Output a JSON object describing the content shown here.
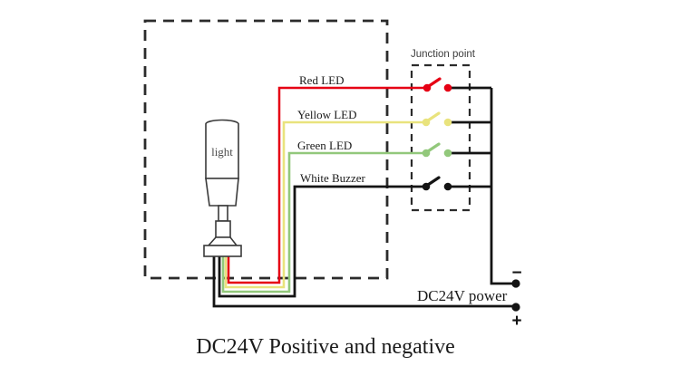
{
  "title": "DC24V Positive and negative",
  "tower": {
    "label": "light"
  },
  "wires": [
    {
      "name": "red-led",
      "label": "Red LED",
      "color": "#e60014"
    },
    {
      "name": "yellow-led",
      "label": "Yellow LED",
      "color": "#e9e37d"
    },
    {
      "name": "green-led",
      "label": "Green LED",
      "color": "#92c87b"
    },
    {
      "name": "white-buzzer",
      "label": "White Buzzer",
      "color": "#141414"
    }
  ],
  "junction": {
    "label": "Junction point"
  },
  "power": {
    "label": "DC24V power",
    "negative_symbol": "−",
    "positive_symbol": "+"
  },
  "colors": {
    "black": "#141414",
    "dash": "#2b2b2b",
    "text": "#1a1a1a",
    "muted_text": "#3d3d3d",
    "outline": "#3a3a3a"
  }
}
